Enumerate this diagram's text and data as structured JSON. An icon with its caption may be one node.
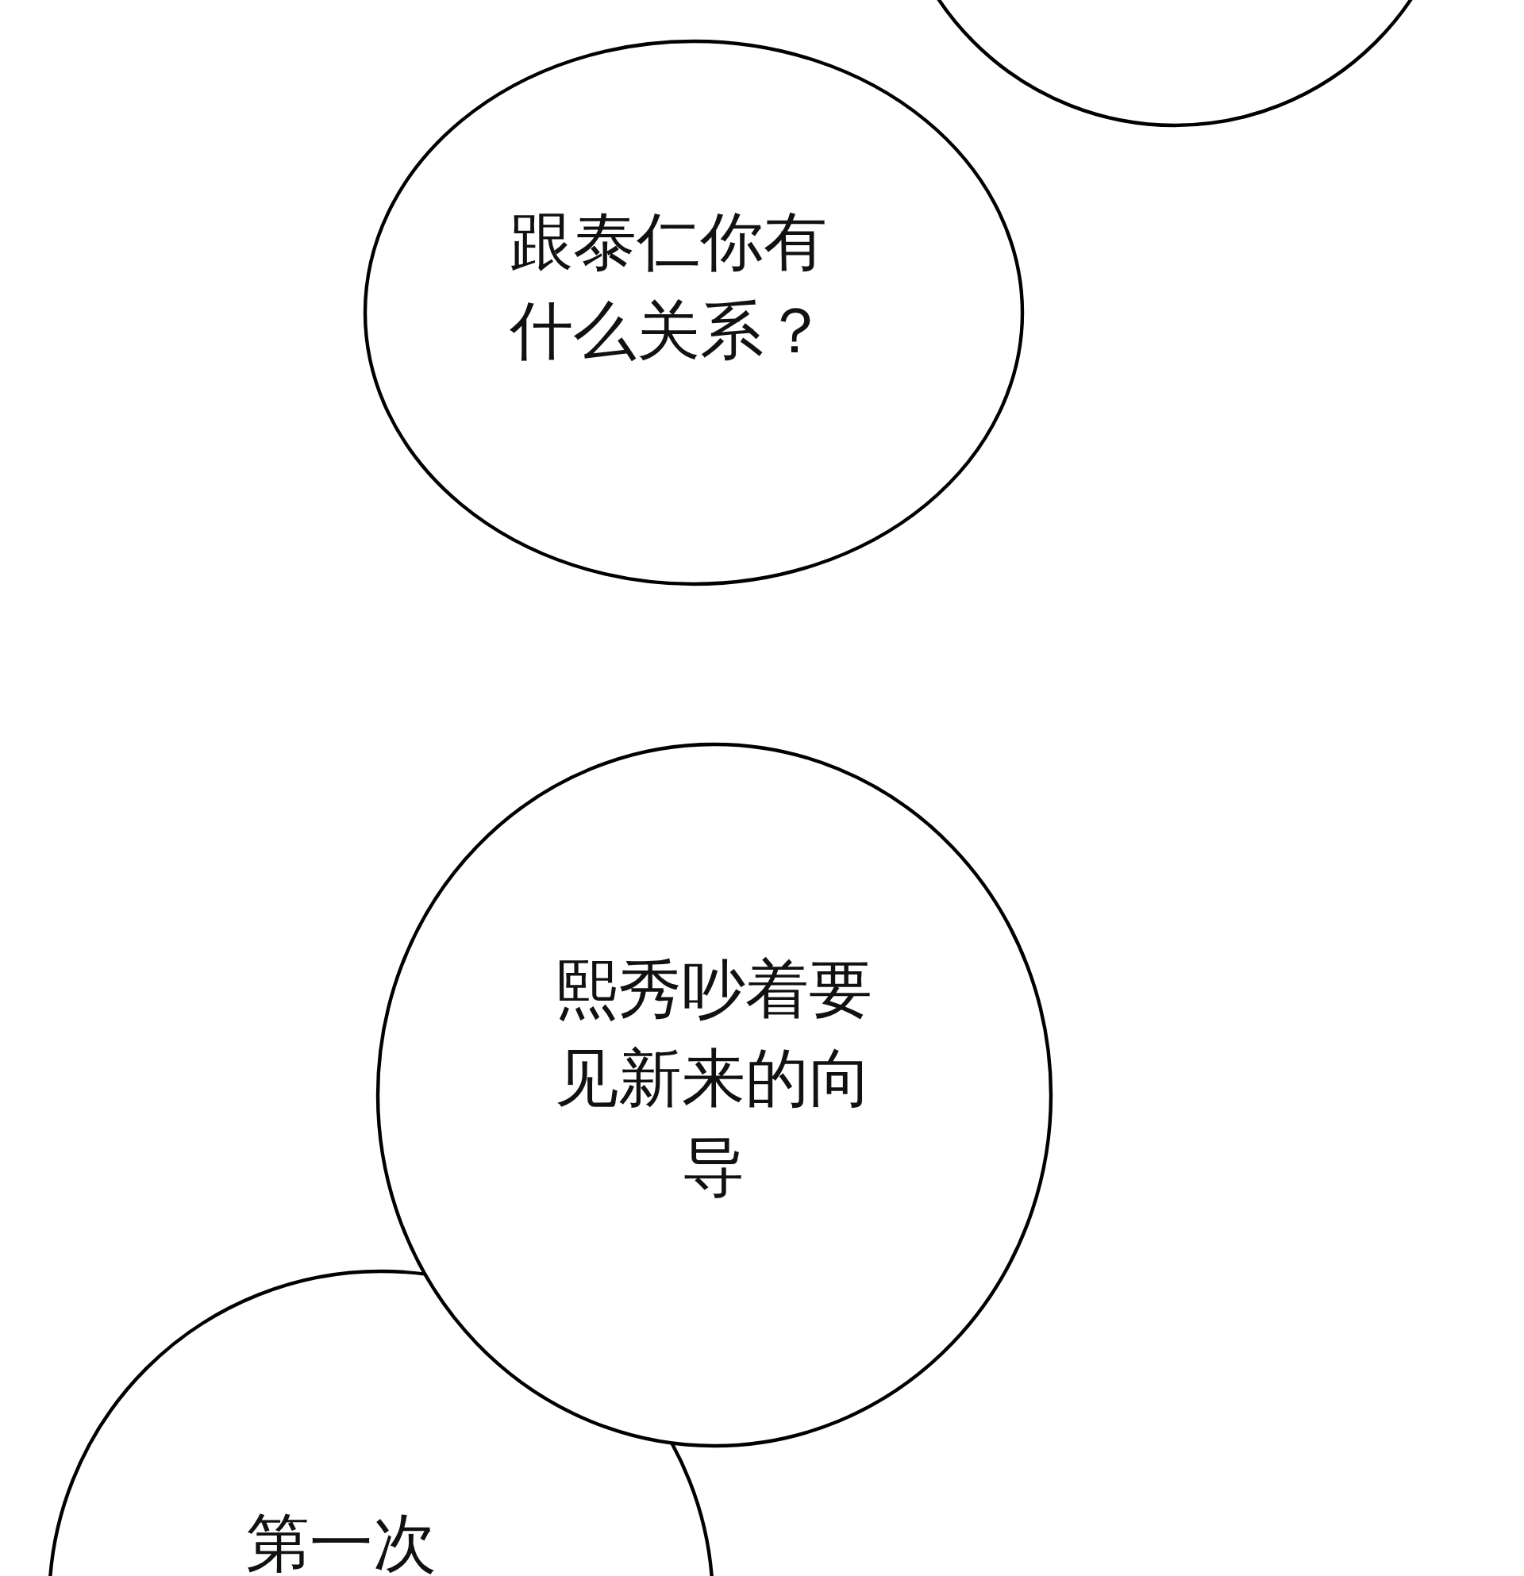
{
  "diagram": {
    "nodes": [
      {
        "text": [],
        "shape": "circle"
      },
      {
        "text": [
          "跟泰仁你有什么关系？"
        ]
      },
      {
        "text": [
          "熙秀吵着要见新来的向导"
        ]
      },
      {
        "text": [
          "第一次"
        ]
      }
    ]
  }
}
